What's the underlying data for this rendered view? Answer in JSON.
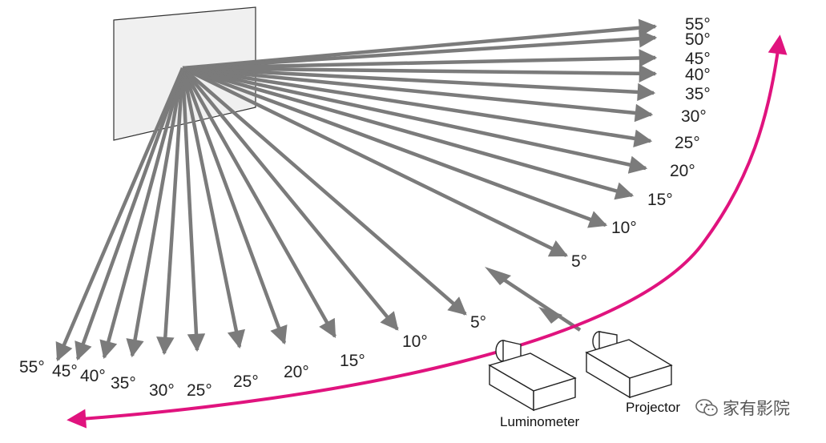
{
  "colors": {
    "ray": "#7b7b7b",
    "scan_arc": "#e0137e",
    "screen_fill": "#f0f0f0",
    "screen_edge": "#333333",
    "device_stroke": "#222222"
  },
  "upper_rays": [
    {
      "label": "55°"
    },
    {
      "label": "50°"
    },
    {
      "label": "45°"
    },
    {
      "label": "40°"
    },
    {
      "label": "35°"
    },
    {
      "label": "30°"
    },
    {
      "label": "25°"
    },
    {
      "label": "20°"
    },
    {
      "label": "15°"
    },
    {
      "label": "10°"
    },
    {
      "label": "5°"
    }
  ],
  "lower_rays": [
    {
      "label": "5°"
    },
    {
      "label": "10°"
    },
    {
      "label": "15°"
    },
    {
      "label": "20°"
    },
    {
      "label": "25°"
    },
    {
      "label": "25°"
    },
    {
      "label": "30°"
    },
    {
      "label": "35°"
    },
    {
      "label": "40°"
    },
    {
      "label": "45°"
    },
    {
      "label": "55°"
    }
  ],
  "devices": {
    "luminometer": "Luminometer",
    "projector": "Projector"
  },
  "watermark": {
    "text": "家有影院",
    "icon": "wechat-icon"
  }
}
